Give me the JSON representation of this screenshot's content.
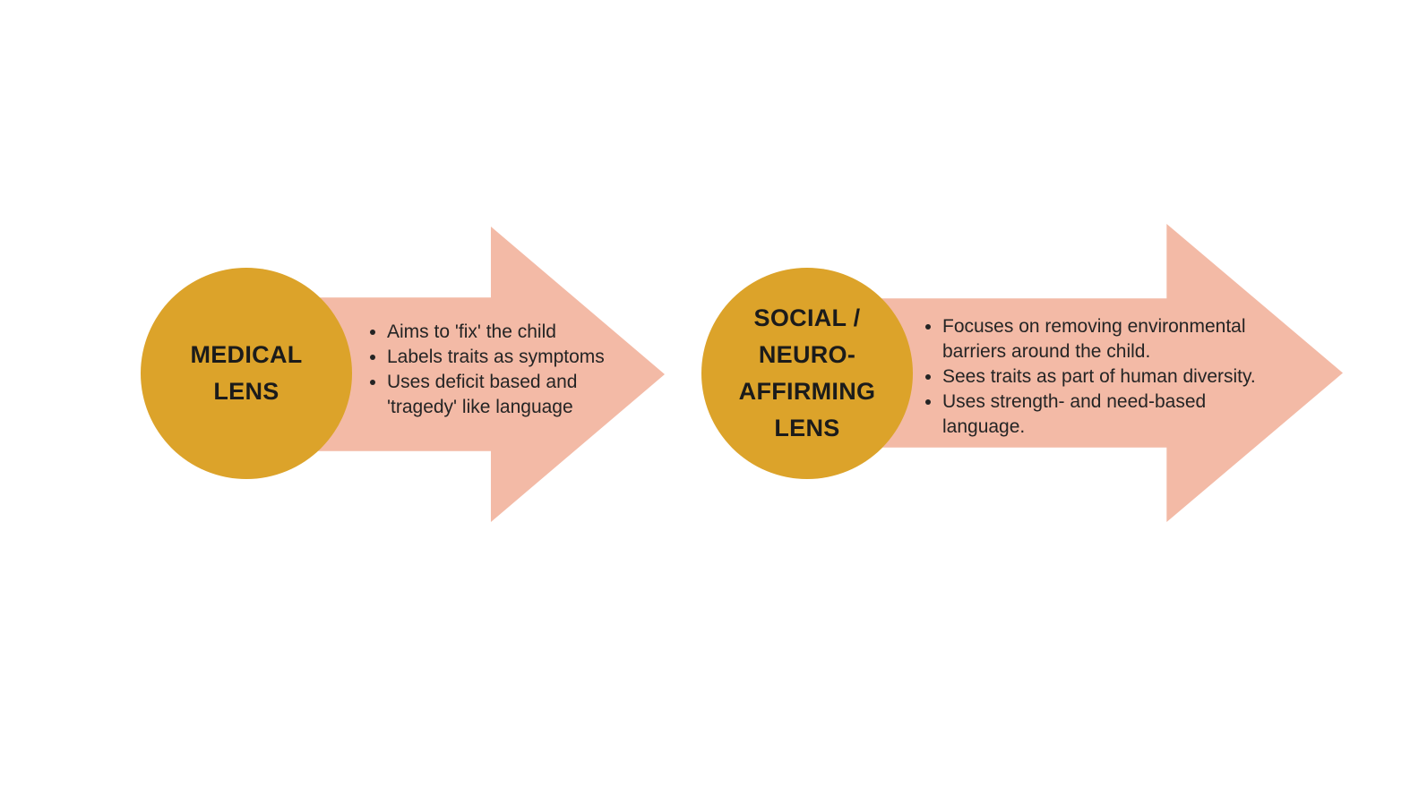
{
  "diagram": {
    "colors": {
      "circle_fill": "#DCA32A",
      "arrow_fill": "#F3BAA6",
      "title_text": "#1b1b1b",
      "bullet_text": "#242424",
      "background": "#ffffff"
    },
    "lenses": [
      {
        "title": "MEDICAL LENS",
        "title_lines": [
          "MEDICAL",
          "LENS"
        ],
        "bullets": [
          "Aims to 'fix' the child",
          "Labels traits as symptoms",
          "Uses deficit based and 'tragedy' like language"
        ]
      },
      {
        "title": "SOCIAL / NEURO-AFFIRMING LENS",
        "title_lines": [
          "SOCIAL /",
          "NEURO-",
          "AFFIRMING",
          "LENS"
        ],
        "bullets": [
          "Focuses on removing environmental barriers around the child.",
          "Sees traits as part of human diversity.",
          "Uses strength- and need-based language."
        ]
      }
    ]
  }
}
